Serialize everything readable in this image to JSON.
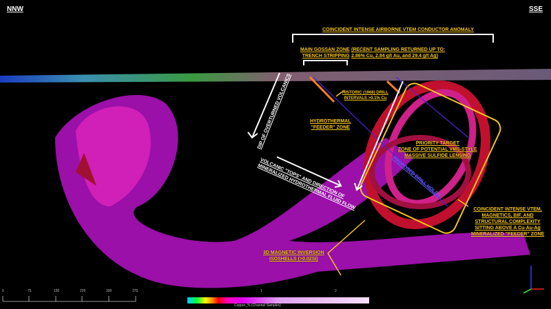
{
  "orientation": {
    "left": "NNW",
    "right": "SSE"
  },
  "labels": {
    "vtem_anomaly": "COINCIDENT INTENSE AIRBORNE VTEM CONDUCTOR ANOMALY",
    "gossan_line1": "MAIN GOSSAN ZONE",
    "gossan_line2": "TRENCH STRIPPING",
    "sampling_line1": "(RECENT SAMPLING RETURNED UP TO:",
    "sampling_line2": "2.86% Cu, 2.84 g/t Au, and 29.4 g/t Ag)",
    "historic_line1": "HISTORIC (1968) DRILL",
    "historic_line2": "INTERVALS >0.1% Cu",
    "feeder_line1": "HYDROTHERMAL",
    "feeder_line2": "\"FEEDER\" ZONE",
    "dip": "DIP OF OVERTURNED VOLCANICS",
    "tops_line1": "VOLCANIC \"TOPS\" AND DIRECTION OF",
    "tops_line2": "MINERALIZED HYDROTHERMAL FLUID FLOW",
    "priority_line1": "PRIORITY TARGET",
    "priority_line2": "ZONE OF POTENTIAL VMS-STYLE",
    "priority_line3": "MASSIVE SULFIDE LENSING",
    "drill_holes": "PROPOSED DRILL HOLES",
    "coincident_line1": "COINCIDENT INTENSE VTEM,",
    "coincident_line2": "MAGNETICS, BIF, AND",
    "coincident_line3": "STRUCTURAL COMPLEXITY",
    "coincident_line4": "SITTING ABOVE A Cu-Au-Ag",
    "coincident_line5": "MINERALIZED \"FEEDER\" ZONE",
    "inversion_line1": "3D MAGNETIC INVERSION",
    "inversion_line2": "ISOSHELLS (>0.02SI)"
  },
  "scale_bar": {
    "ticks": [
      "0",
      "75",
      "150",
      "225",
      "300",
      "375"
    ]
  },
  "color_bar": {
    "ticks": [
      "1",
      "2"
    ],
    "title": "Copper_% (Channel Samples)"
  },
  "colors": {
    "annotation": "#f5c518",
    "isoshell": "#a010b0",
    "conductor": "#d0103a"
  }
}
